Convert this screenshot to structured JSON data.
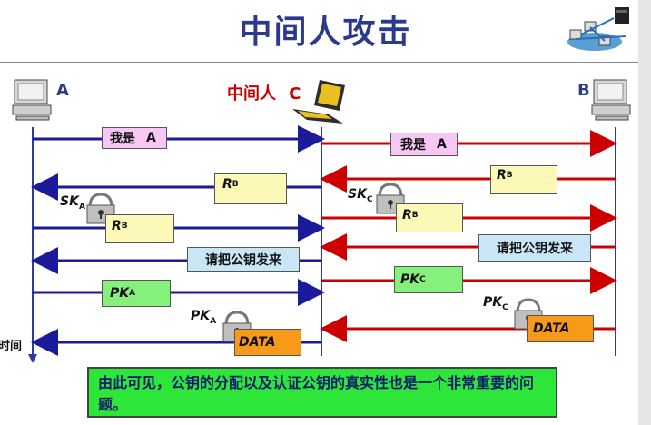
{
  "title": "中间人攻击",
  "parties": {
    "a": "A",
    "b": "B",
    "c_prefix": "中间人",
    "c": "C"
  },
  "messages": {
    "m1": "我是",
    "m1_id": "A",
    "rb": "R",
    "rb_sub": "B",
    "req": "请把公钥发来",
    "pk": "PK",
    "pk_a_sub": "A",
    "pk_c_sub": "C",
    "data": "DATA"
  },
  "keys": {
    "sk": "SK",
    "sk_a_sub": "A",
    "sk_c_sub": "C",
    "pk": "PK",
    "pk_a_sub": "A",
    "pk_c_sub": "C"
  },
  "time_label": "时间",
  "note": "由此可见，公钥的分配以及认证公钥的真实性也是一个非常重要的问题。",
  "colors": {
    "title": "#2b3a8c",
    "arrow_legit": "#1a1a9a",
    "arrow_attacker": "#cc0000",
    "note_bg": "#2ee63a"
  }
}
